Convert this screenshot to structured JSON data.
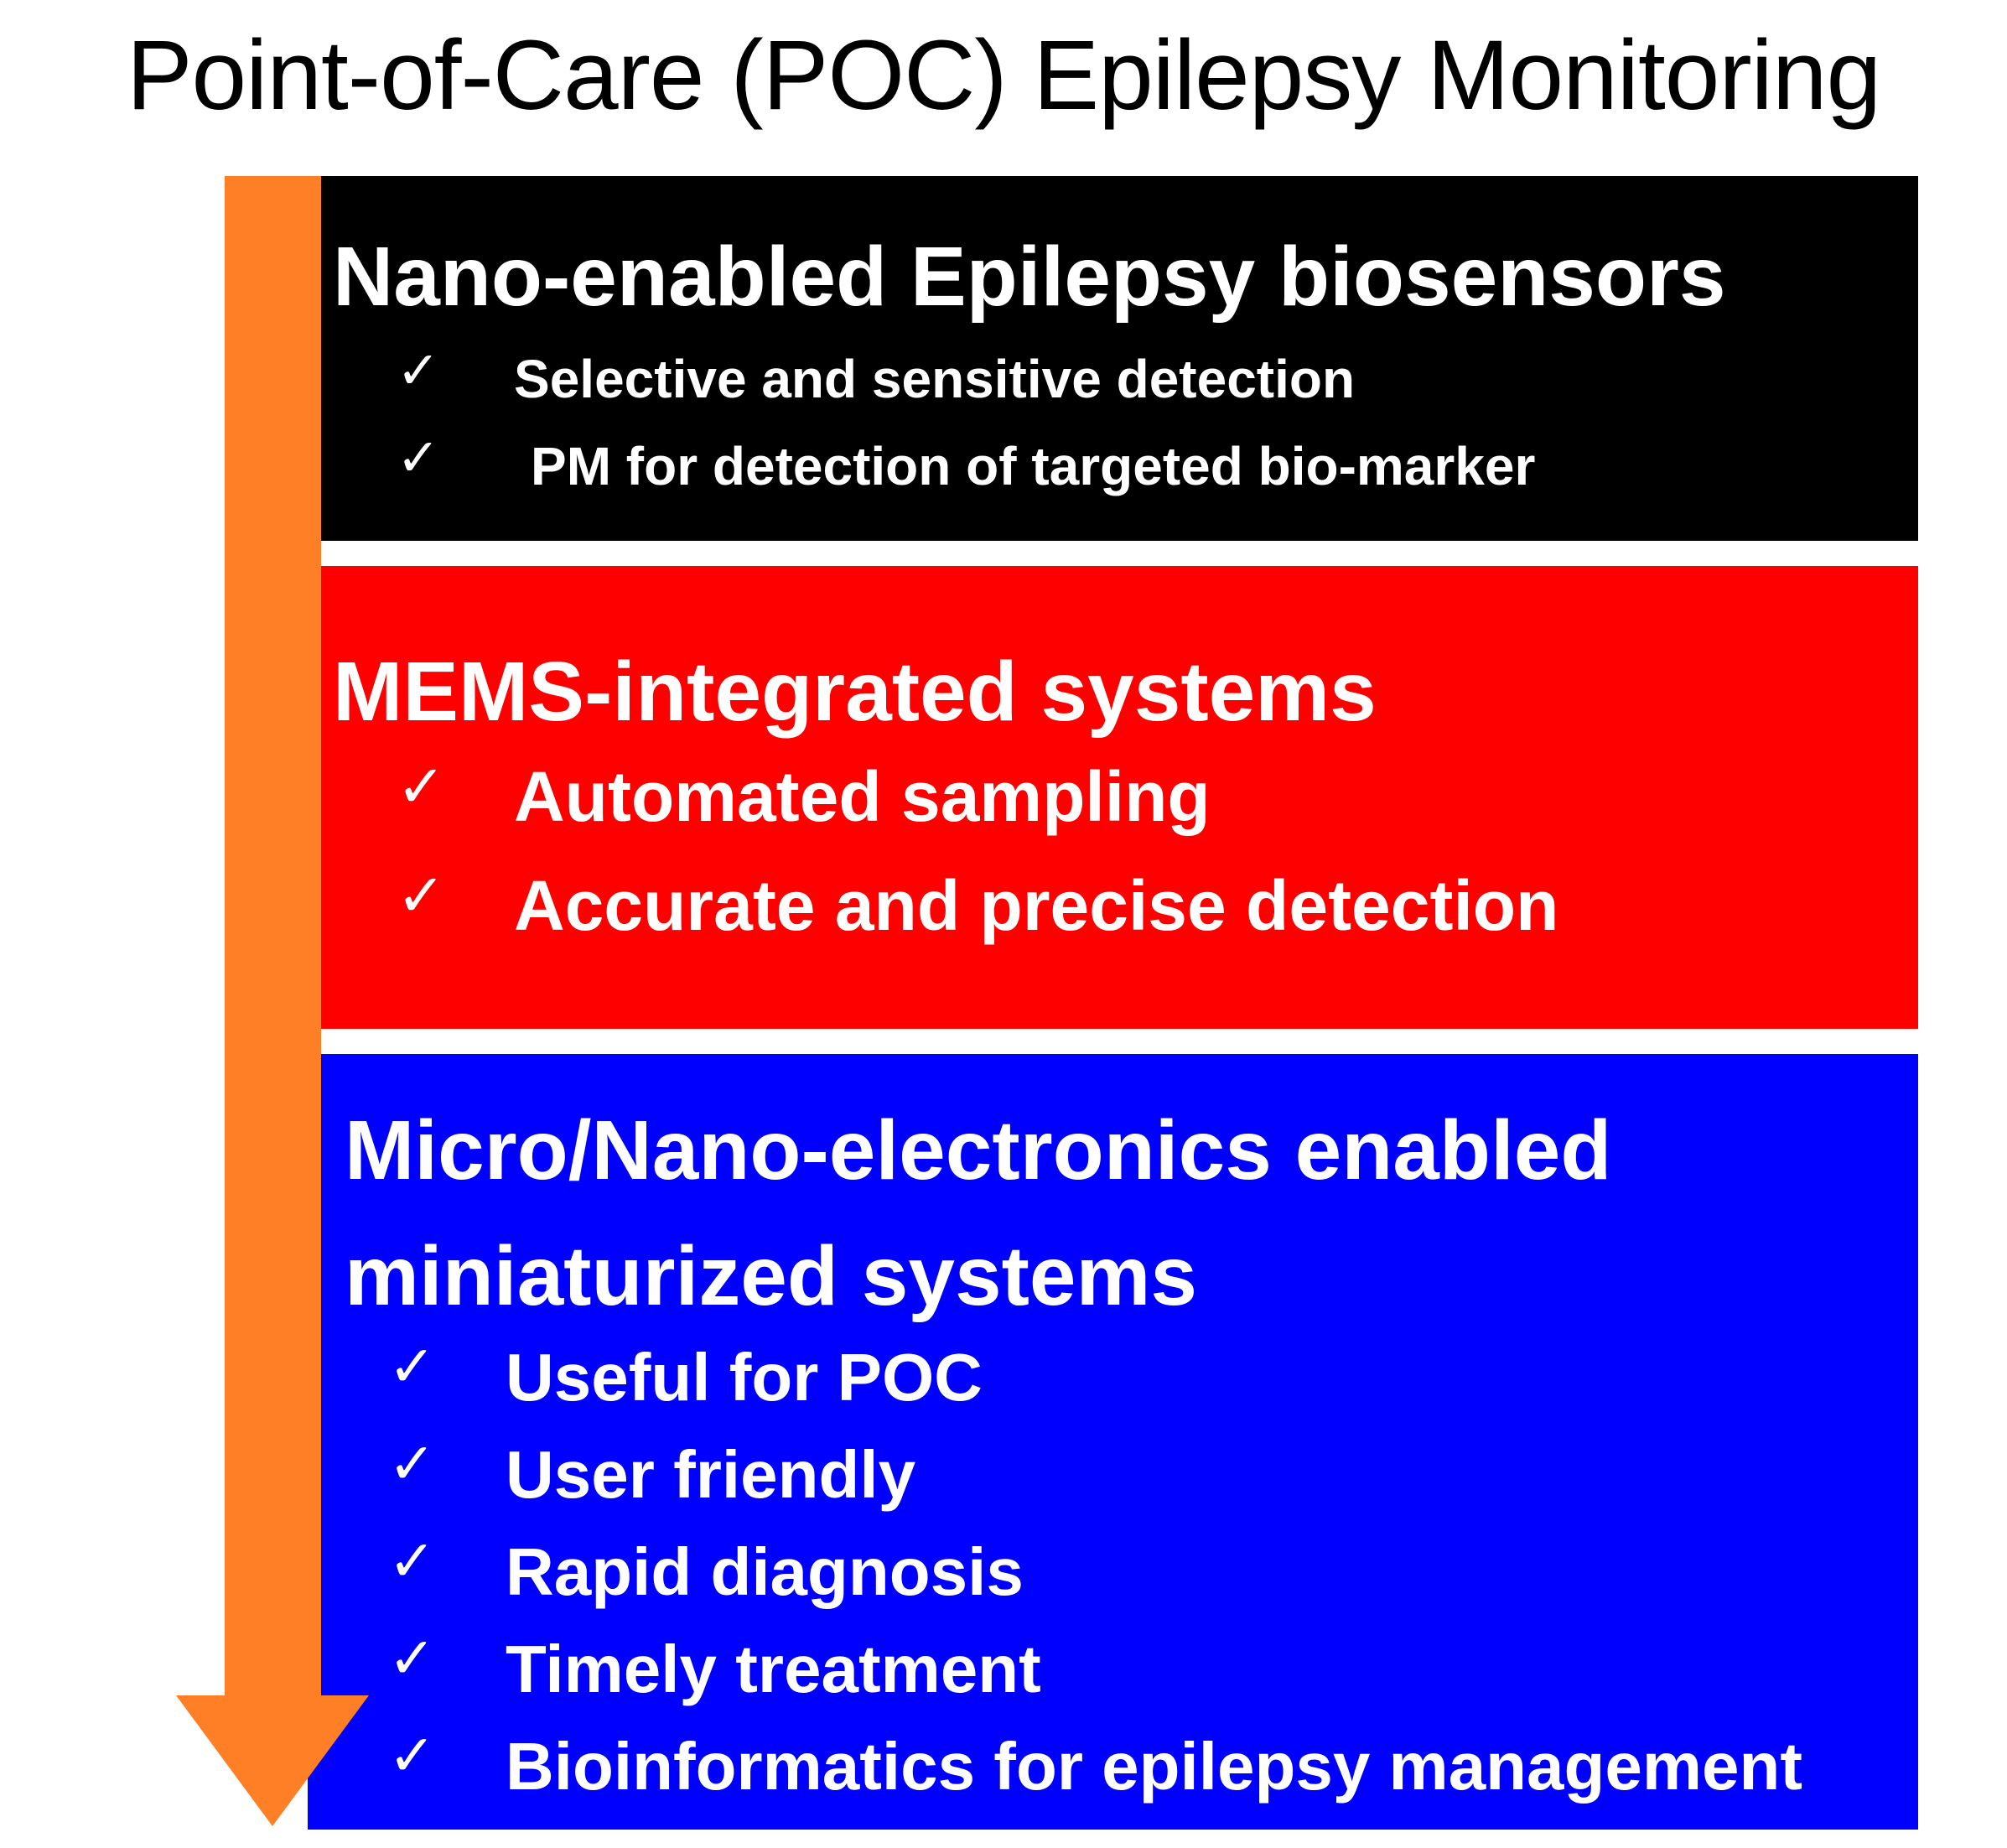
{
  "title": "Point-of-Care (POC) Epilepsy Monitoring",
  "colors": {
    "arrow": "#ff7f27",
    "nano_panel": "#000000",
    "mems_panel": "#ff0000",
    "micro_panel": "#0000ff",
    "panel_text": "#ffffff"
  },
  "icons": {
    "check": "checkmark-icon",
    "arrow": "down-arrow-icon"
  },
  "panels": {
    "nano": {
      "title": "Nano-enabled Epilepsy biosensors",
      "items": [
        {
          "check": "✓",
          "text": "Selective and sensitive detection"
        },
        {
          "check": "✓",
          "text": "PM for detection of targeted bio-marker"
        }
      ]
    },
    "mems": {
      "title": "MEMS-integrated systems",
      "items": [
        {
          "check": "✓",
          "text": "Automated sampling"
        },
        {
          "check": "✓",
          "text": "Accurate and precise detection"
        }
      ]
    },
    "micro": {
      "title": "Micro/Nano-electronics enabled miniaturized systems",
      "items": [
        {
          "check": "✓",
          "text": "Useful for POC"
        },
        {
          "check": "✓",
          "text": "User friendly"
        },
        {
          "check": "✓",
          "text": "Rapid diagnosis"
        },
        {
          "check": "✓",
          "text": "Timely treatment"
        },
        {
          "check": "✓",
          "text": "Bioinformatics for epilepsy management"
        }
      ]
    }
  }
}
